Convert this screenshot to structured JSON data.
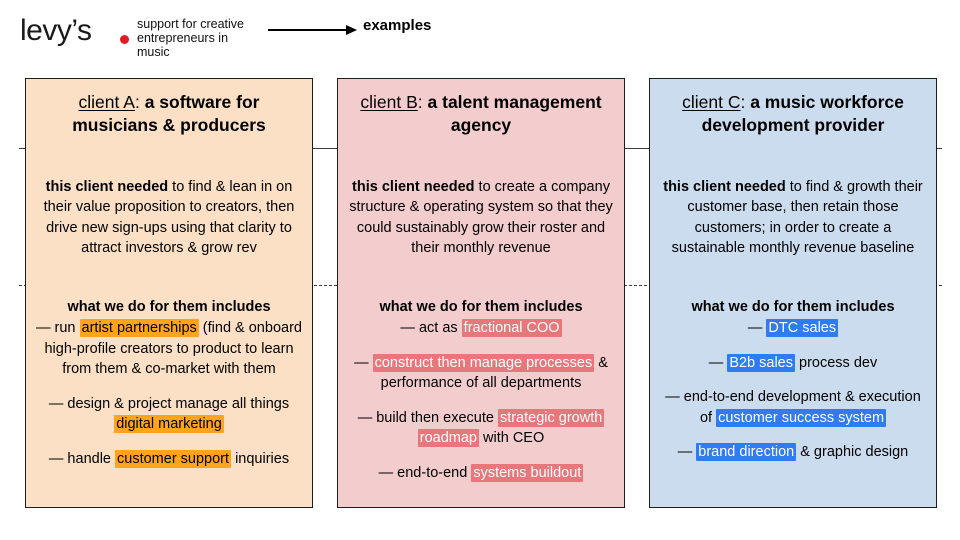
{
  "header": {
    "brand": "levy’s",
    "brand_dot_color": "#e01b24",
    "tagline": "support for creative entrepreneurs in music",
    "arrow_icon": "arrow-right-icon",
    "examples_label": "examples"
  },
  "columns": [
    {
      "id": "client-a",
      "bg_color": "#fbe0c6",
      "highlight_color": "#ffa41c",
      "title": {
        "label": "client A",
        "colon": ":",
        "rest": " a software for musicians & producers"
      },
      "need": {
        "lead": "this client needed",
        "rest": " to find & lean in on their value proposition to creators, then drive new sign-ups using that clarity to attract investors & grow rev"
      },
      "do_heading": "what we do for them includes",
      "items": [
        {
          "before": "— run ",
          "highlight": "artist partnerships",
          "after": " (find & onboard high-profile creators to product to learn from them & co-market with them"
        },
        {
          "before": "— design & project manage all things ",
          "highlight": "digital marketing",
          "after": ""
        },
        {
          "before": "— handle ",
          "highlight": "customer support",
          "after": " inquiries"
        }
      ]
    },
    {
      "id": "client-b",
      "bg_color": "#f3cdcd",
      "highlight_color": "#e8777c",
      "title": {
        "label": "client B",
        "colon": ":",
        "rest": " a talent management agency"
      },
      "need": {
        "lead": "this client needed",
        "rest": " to create a company structure & operating system so that they could sustainably grow their roster and their monthly revenue"
      },
      "do_heading": "what we do for them includes",
      "items": [
        {
          "before": "— act as ",
          "highlight": "fractional COO",
          "after": ""
        },
        {
          "before": "— ",
          "highlight": "construct then manage processes",
          "after": " & performance of all departments"
        },
        {
          "before": "— build then execute ",
          "highlight": "strategic growth roadmap",
          "after": " with CEO"
        },
        {
          "before": "— end-to-end ",
          "highlight": "systems buildout",
          "after": ""
        }
      ]
    },
    {
      "id": "client-c",
      "bg_color": "#ccdcef",
      "highlight_color": "#2f7bf0",
      "title": {
        "label": "client C",
        "colon": ":",
        "rest": " a music workforce development provider"
      },
      "need": {
        "lead": "this client needed",
        "rest": " to find & growth their customer base, then retain those customers; in order to create a sustainable monthly revenue baseline"
      },
      "do_heading": "what we do for them includes",
      "items": [
        {
          "before": "— ",
          "highlight": "DTC sales",
          "after": ""
        },
        {
          "before": "— ",
          "highlight": "B2b sales",
          "after": " process dev"
        },
        {
          "before": "— end-to-end development & execution of ",
          "highlight": "customer success system",
          "after": ""
        },
        {
          "before": "— ",
          "highlight": "brand direction",
          "after": " & graphic design"
        }
      ]
    }
  ]
}
